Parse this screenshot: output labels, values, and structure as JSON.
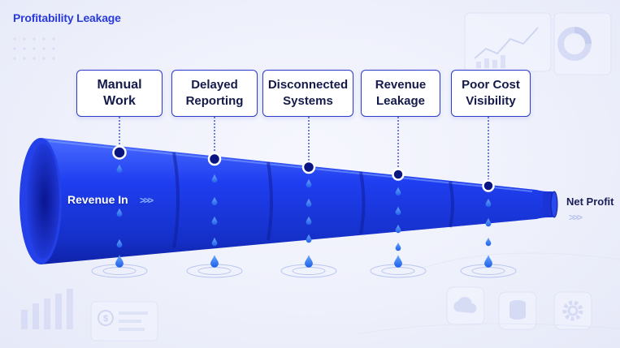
{
  "title": "Profitability Leakage",
  "input_label": "Revenue In",
  "output_label": "Net Profit",
  "arrows": ">>>",
  "leaks": [
    {
      "label": "Manual\nWork"
    },
    {
      "label": "Delayed\nReporting"
    },
    {
      "label": "Disconnected\nSystems"
    },
    {
      "label": "Revenue\nLeakage"
    },
    {
      "label": "Poor Cost\nVisibility"
    }
  ],
  "colors": {
    "accent": "#2a3bd8",
    "pipe": "#1f3ef0",
    "pipe_dark": "#0f22a8",
    "drop": "#2d7df5",
    "text_dark": "#141a4a"
  },
  "icons": [
    "dollar-icon",
    "cloud-icon",
    "database-icon",
    "gear-icon",
    "line-chart-icon",
    "donut-chart-icon",
    "bar-chart-icon"
  ]
}
